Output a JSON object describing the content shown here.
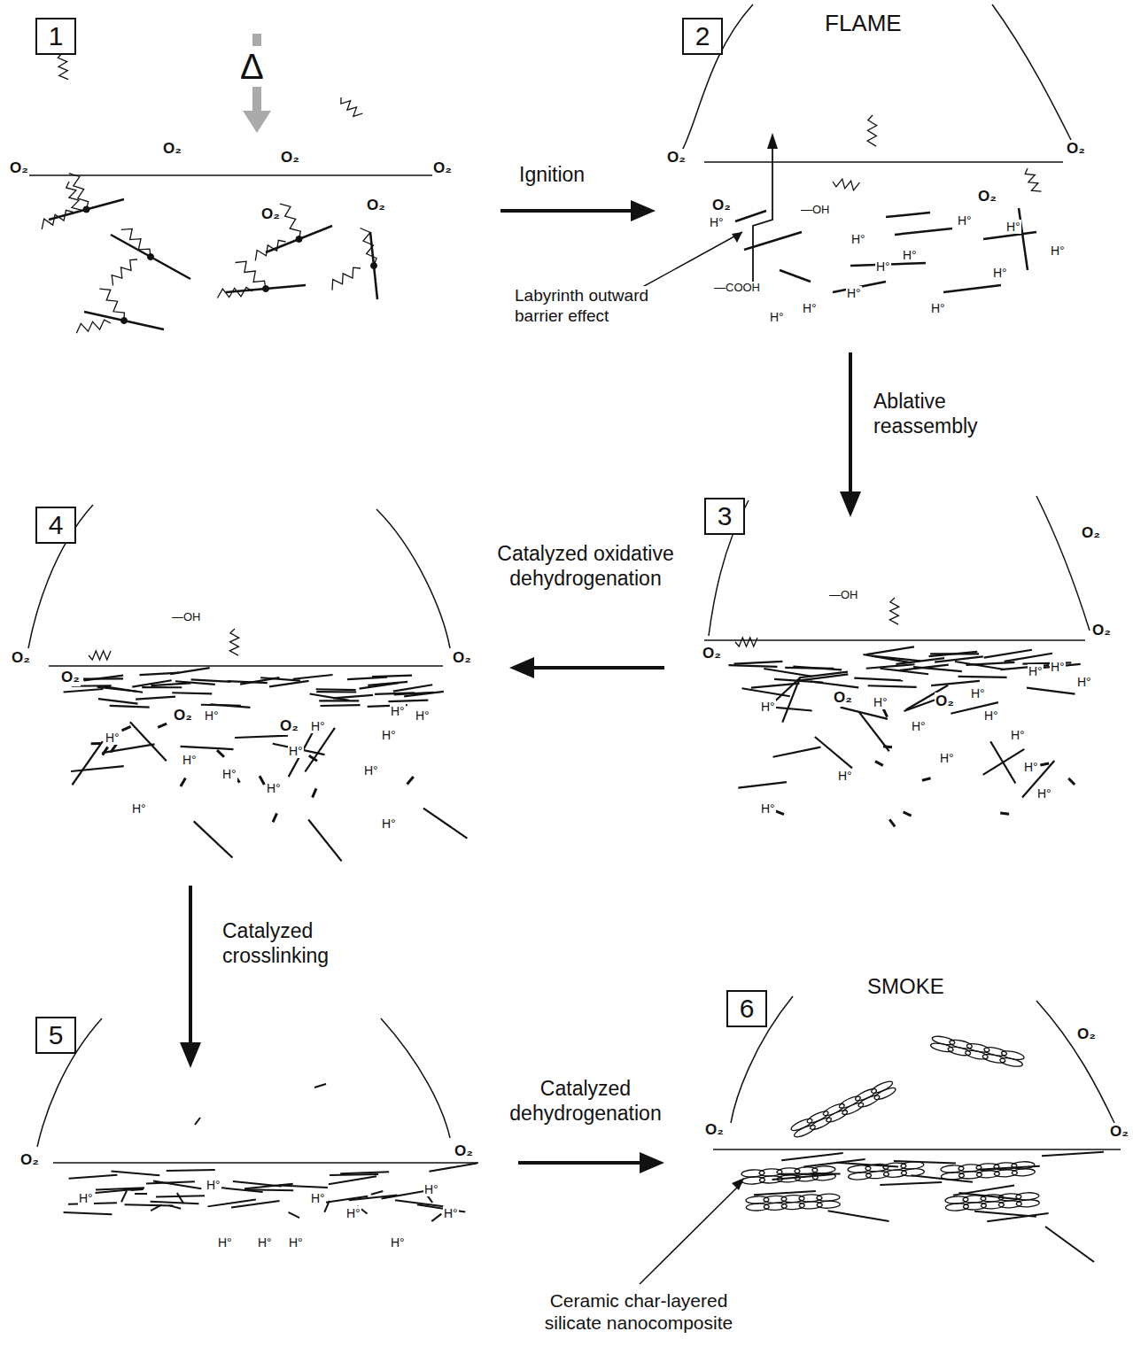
{
  "diagram": {
    "nodes": [
      {
        "text": [
          "1"
        ]
      },
      {
        "text": [
          "2"
        ]
      },
      {
        "text": [
          "3"
        ]
      },
      {
        "text": [
          "4"
        ]
      },
      {
        "text": [
          "5"
        ]
      },
      {
        "text": [
          "6"
        ]
      }
    ],
    "labels": [
      "Δ",
      "O₂",
      "O₂",
      "O₂",
      "O₂",
      "O₂",
      "O₂",
      "FLAME",
      "Ignition",
      "O₂",
      "O₂",
      "O₂",
      "O₂",
      "—OH",
      "—COOH",
      "Labyrinth outward barrier effect",
      "H°",
      "H°",
      "H°",
      "H°",
      "H°",
      "H°",
      "H°",
      "H°",
      "H°",
      "H°",
      "H°",
      "H°",
      "Ablative reassembly",
      "O₂",
      "O₂",
      "O₂",
      "O₂",
      "O₂",
      "—OH",
      "H°",
      "H°",
      "H°",
      "H°",
      "H°",
      "H°",
      "H°",
      "H°",
      "H°",
      "H°",
      "H°",
      "H°",
      "H°",
      "H°",
      "Catalyzed oxidative dehydrogenation",
      "O₂",
      "O₂",
      "O₂",
      "O₂",
      "O₂",
      "—OH",
      "H°",
      "H°",
      "H°",
      "H°",
      "H°",
      "H°",
      "H°",
      "H°",
      "H°",
      "H°",
      "H°",
      "H°",
      "H°",
      "Catalyzed crosslinking",
      "O₂",
      "O₂",
      "H°",
      "H°",
      "H°",
      "H°",
      "H°",
      "H°",
      "H°",
      "H°",
      "H°",
      "H°",
      "Catalyzed dehydrogenation",
      "SMOKE",
      "O₂",
      "O₂",
      "O₂",
      "Ceramic char-layered silicate nanocomposite"
    ]
  }
}
